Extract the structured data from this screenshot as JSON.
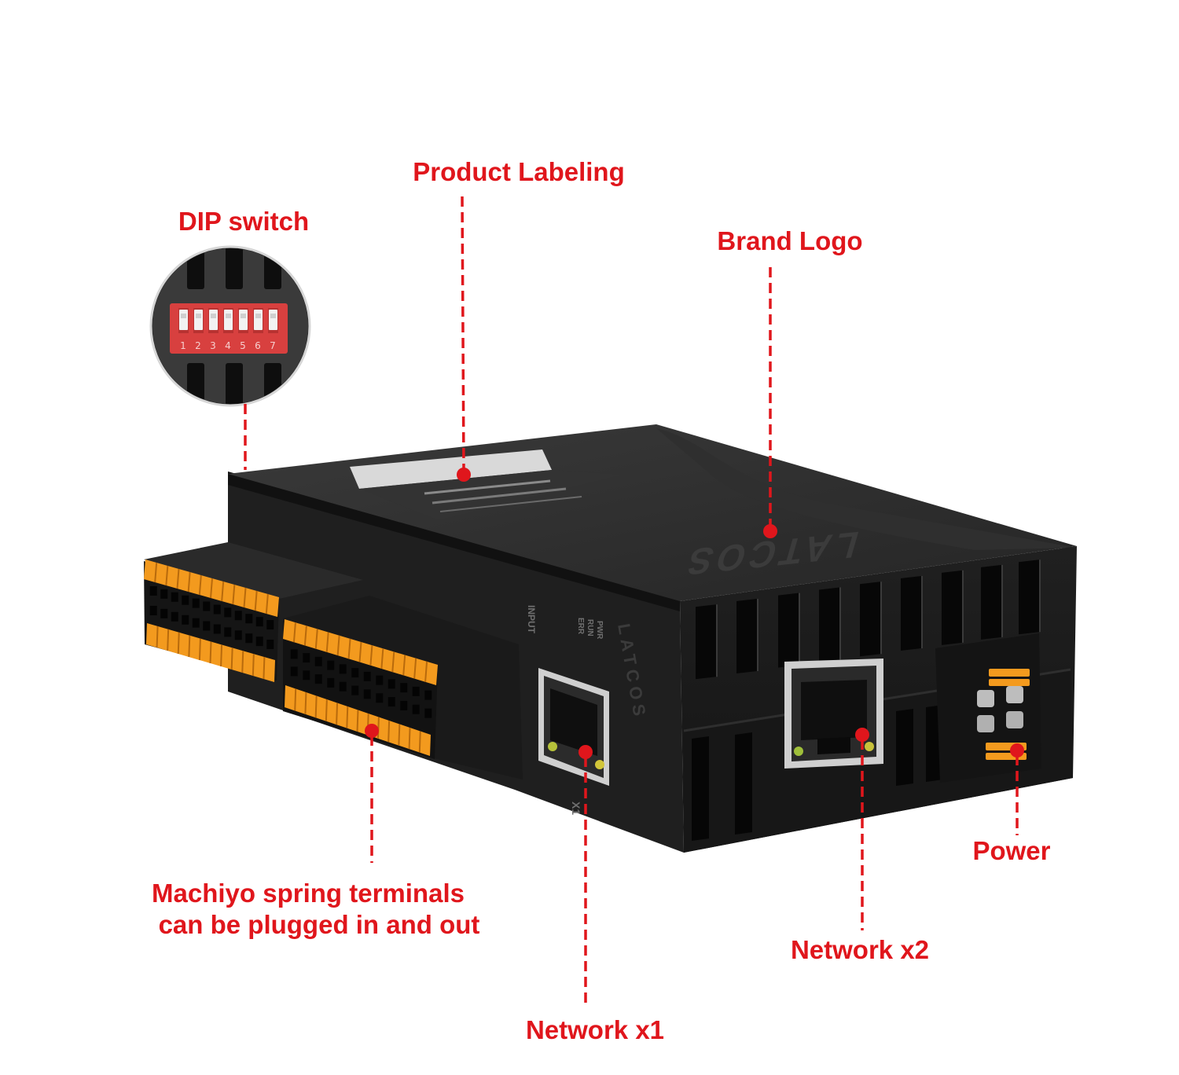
{
  "labels": {
    "product_labeling": "Product Labeling",
    "dip_switch": "DIP switch",
    "brand_logo": "Brand Logo",
    "terminals_line1": "Machiyo spring terminals",
    "terminals_line2": "can be plugged in and out",
    "network_x1": "Network x1",
    "network_x2": "Network x2",
    "power": "Power"
  },
  "device": {
    "brand_mark": "LATCOS",
    "dip_numbers": [
      "1",
      "2",
      "3",
      "4",
      "5",
      "6",
      "7"
    ],
    "port_label": "X1",
    "io_label": "INPUT",
    "status_leds": [
      "PWR",
      "RUN",
      "ERR"
    ]
  },
  "colors": {
    "label_red": "#e0161c",
    "terminal_orange": "#f39a1e",
    "device_black": "#1c1c1c",
    "dip_red": "#d8403f"
  }
}
